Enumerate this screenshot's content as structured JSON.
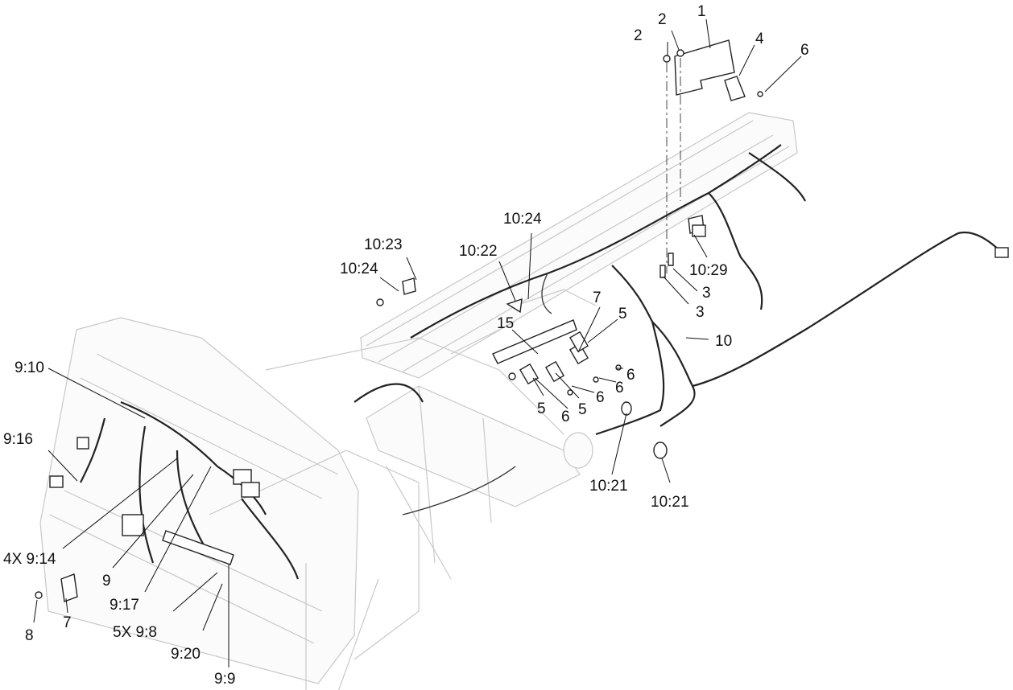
{
  "labels": {
    "l_1": "1",
    "l_2a": "2",
    "l_2b": "2",
    "l_4": "4",
    "l_6a": "6",
    "l_3a": "3",
    "l_3b": "3",
    "l_10_29": "10:29",
    "l_10_24a": "10:24",
    "l_10_22": "10:22",
    "l_10_23": "10:23",
    "l_10_24b": "10:24",
    "l_7a": "7",
    "l_5a": "5",
    "l_10": "10",
    "l_15": "15",
    "l_6b": "6",
    "l_6c": "6",
    "l_6d": "6",
    "l_5b": "5",
    "l_6e": "6",
    "l_5c": "5",
    "l_10_21a": "10:21",
    "l_10_21b": "10:21",
    "l_9_10": "9:10",
    "l_9_16": "9:16",
    "l_4x9_14": "4X 9:14",
    "l_9": "9",
    "l_9_17": "9:17",
    "l_5x9_8": "5X 9:8",
    "l_9_20": "9:20",
    "l_9_9": "9:9",
    "l_8": "8",
    "l_7b": "7"
  }
}
